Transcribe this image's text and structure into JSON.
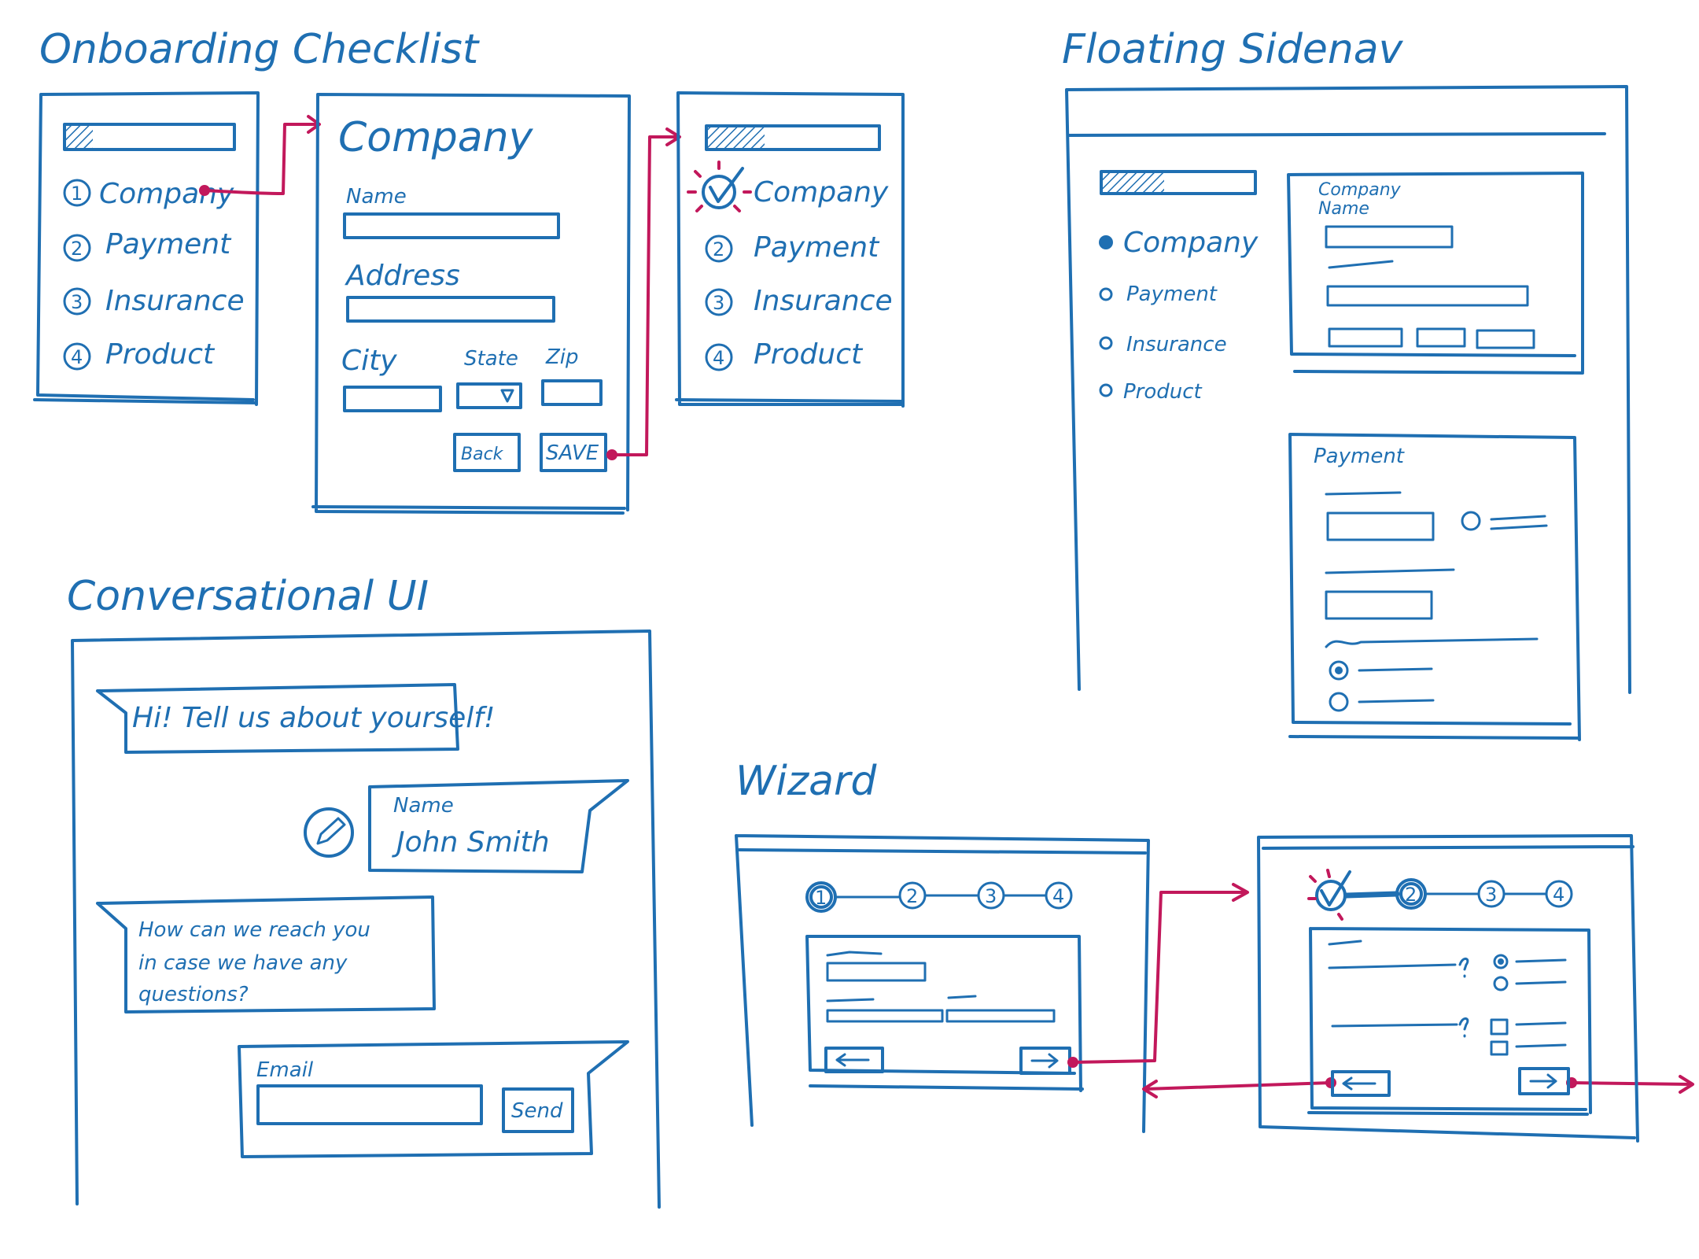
{
  "headings": {
    "onboarding": "Onboarding Checklist",
    "floating": "Floating Sidenav",
    "conversational": "Conversational UI",
    "wizard": "Wizard"
  },
  "checklist_steps": [
    {
      "num": "1",
      "label": "Company"
    },
    {
      "num": "2",
      "label": "Payment"
    },
    {
      "num": "3",
      "label": "Insurance"
    },
    {
      "num": "4",
      "label": "Product"
    }
  ],
  "company_form": {
    "title": "Company",
    "name_label": "Name",
    "address_label": "Address",
    "city_label": "City",
    "state_label": "State",
    "zip_label": "Zip",
    "back_label": "Back",
    "save_label": "SAVE"
  },
  "sidenav": {
    "items": [
      "Company",
      "Payment",
      "Insurance",
      "Product"
    ],
    "company_card_title": "Company",
    "company_card_name": "Name",
    "payment_card_title": "Payment"
  },
  "chat": {
    "bot_greeting": "Hi! Tell us about yourself!",
    "name_label": "Name",
    "name_value": "John Smith",
    "bot_question_line1": "How can we reach you",
    "bot_question_line2": "in case we have any",
    "bot_question_line3": "questions?",
    "email_label": "Email",
    "send_label": "Send"
  },
  "wizard": {
    "steps": [
      "1",
      "2",
      "3",
      "4"
    ]
  },
  "colors": {
    "ink_blue": "#1f6fb2",
    "accent_magenta": "#c2185b"
  }
}
